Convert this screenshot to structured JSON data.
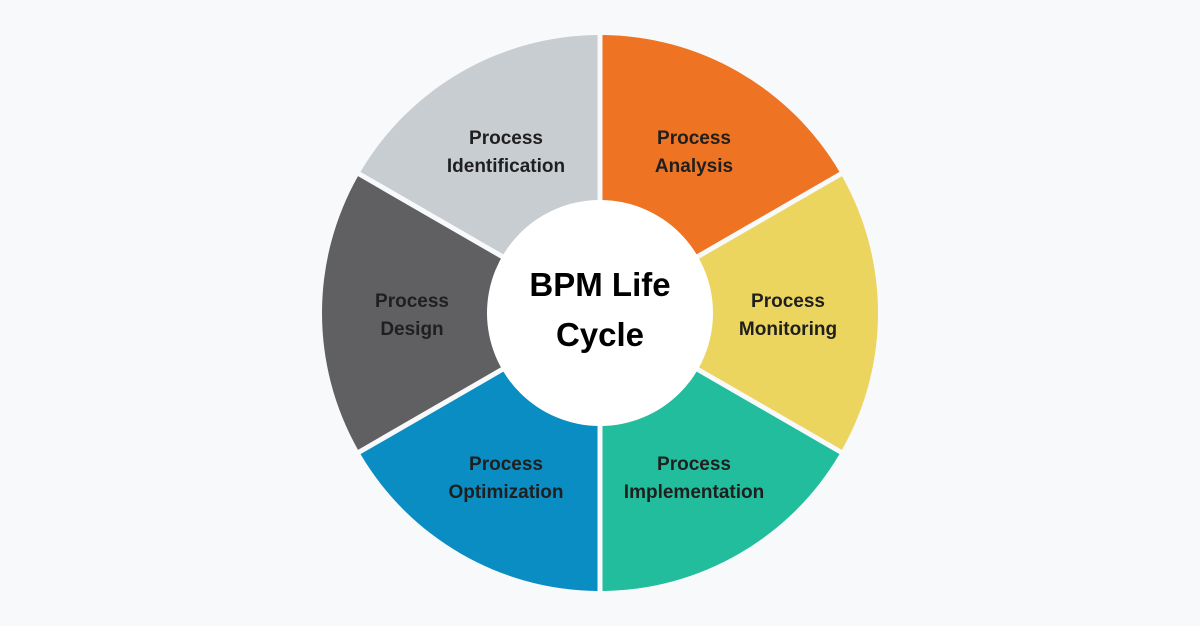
{
  "diagram": {
    "center": {
      "line1": "BPM Life",
      "line2": "Cycle"
    },
    "segments": [
      {
        "id": "analysis",
        "line1": "Process",
        "line2": "Analysis",
        "color": "#ee7322"
      },
      {
        "id": "monitoring",
        "line1": "Process",
        "line2": "Monitoring",
        "color": "#ecd55e"
      },
      {
        "id": "implementation",
        "line1": "Process",
        "line2": "Implementation",
        "color": "#21bd9c"
      },
      {
        "id": "optimization",
        "line1": "Process",
        "line2": "Optimization",
        "color": "#0a8dc3"
      },
      {
        "id": "design",
        "line1": "Process",
        "line2": "Design",
        "color": "#606063"
      },
      {
        "id": "identification",
        "line1": "Process",
        "line2": "Identification",
        "color": "#c8cdd2"
      }
    ],
    "background": "#f7f9fb",
    "center_color": "#ffffff"
  }
}
